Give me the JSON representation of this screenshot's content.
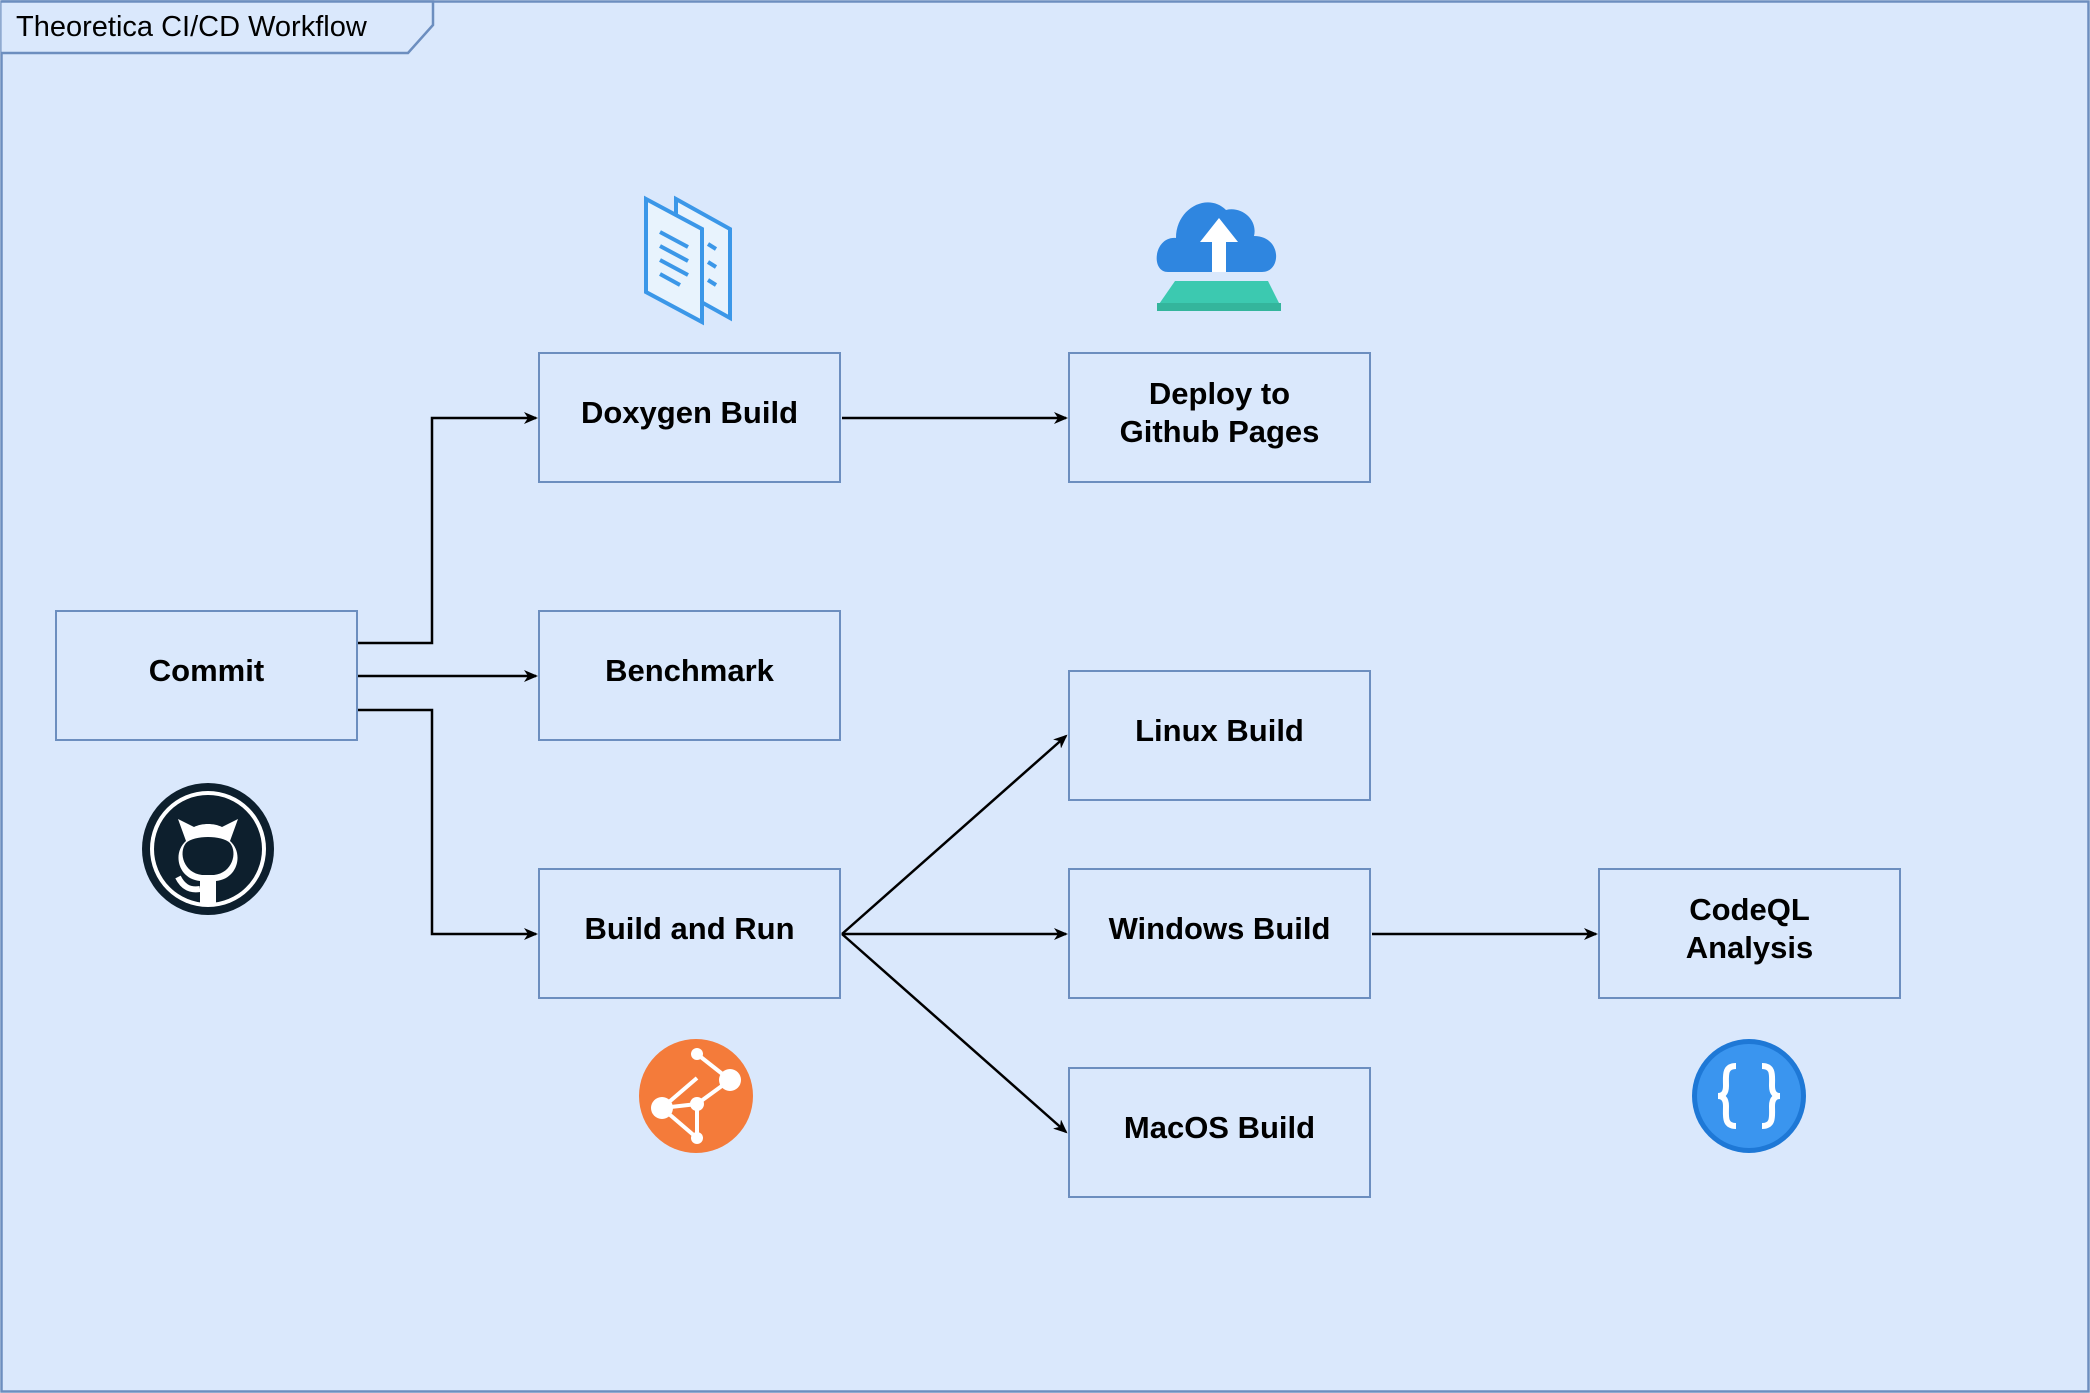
{
  "frame": {
    "title": "Theoretica CI/CD Workflow"
  },
  "colors": {
    "background": "#dae8fc",
    "border": "#6c8ebf",
    "arrow": "#000000",
    "github": "#0d1f2d",
    "doc_icon": "#3b97e8",
    "cloud_icon": "#2f86e0",
    "cloud_base": "#3cc9b0",
    "benchmark_icon": "#f47b3a",
    "codeql_icon": "#1e78d6"
  },
  "nodes": {
    "commit": "Commit",
    "doxygen": "Doxygen Build",
    "deploy": "Deploy to\nGithub Pages",
    "benchmark": "Benchmark",
    "build_run": "Build and Run",
    "linux": "Linux Build",
    "windows": "Windows Build",
    "macos": "MacOS Build",
    "codeql": "CodeQL\nAnalysis"
  },
  "icons": {
    "commit": "github-icon",
    "doxygen": "documents-icon",
    "deploy": "cloud-upload-icon",
    "build_run": "pipeline-graph-icon",
    "codeql": "braces-icon"
  }
}
